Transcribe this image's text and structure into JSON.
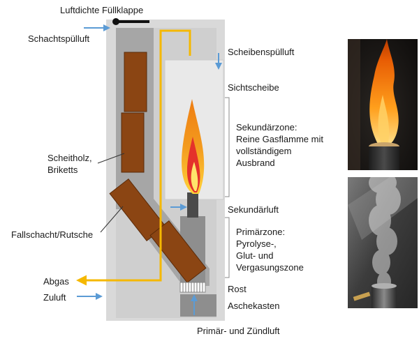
{
  "labels": {
    "fuellklappe": "Luftdichte Füllklappe",
    "schachtspuelluft": "Schachtspülluft",
    "scheibenspuelluft": "Scheibenspülluft",
    "sichtscheibe": "Sichtscheibe",
    "sekundaerzone": [
      "Sekundärzone:",
      "Reine Gasflamme mit",
      "vollständigem",
      "Ausbrand"
    ],
    "scheitholz": [
      "Scheitholz,",
      "Briketts"
    ],
    "sekundaerluft": "Sekundärluft",
    "fallschacht": "Fallschacht/Rutsche",
    "primaerzone": [
      "Primärzone:",
      "Pyrolyse-,",
      "Glut- und",
      "Vergasungszone"
    ],
    "abgas": "Abgas",
    "rost": "Rost",
    "zuluft": "Zuluft",
    "aschekasten": "Aschekasten",
    "primaer_zuendluft": "Primär- und Zündluft"
  },
  "colors": {
    "housing": "#d9d9d9",
    "shaft": "#a6a6a6",
    "wood": "#8b4513",
    "flue": "#f5b800",
    "air_arrow": "#5b9bd5",
    "window": "#e9e9e9",
    "burner": "#555555"
  },
  "photos": {
    "top": "flame-photo",
    "bottom": "smoke-photo"
  }
}
